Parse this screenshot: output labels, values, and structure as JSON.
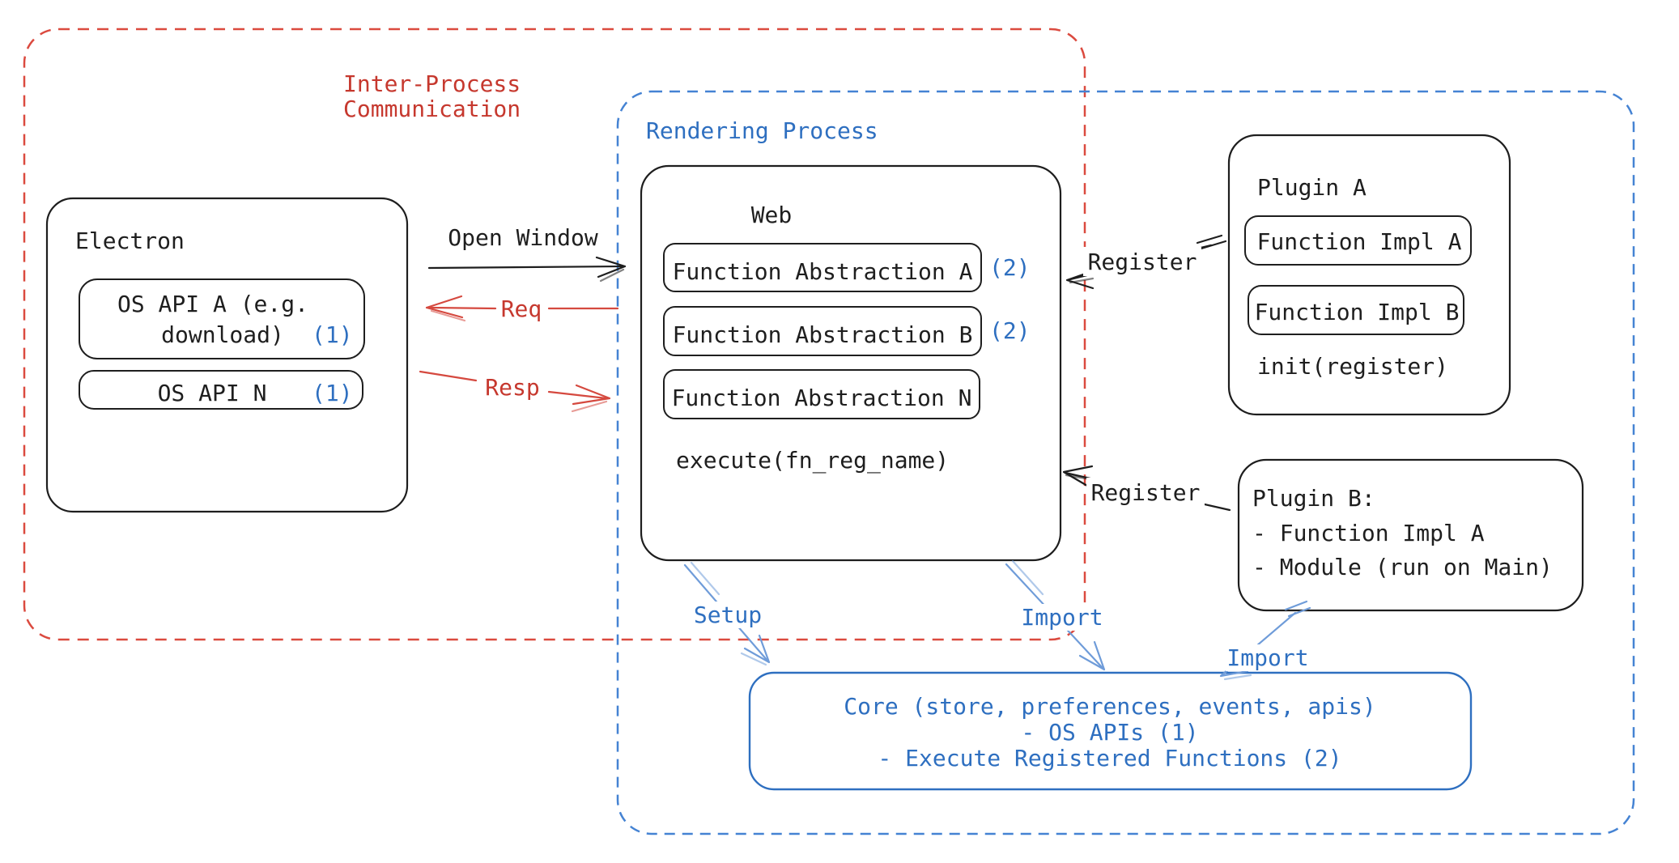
{
  "colors": {
    "red_accent": "#c6382e",
    "red_stroke": "#db4a3f",
    "blue_accent": "#2e6fc0",
    "blue_border": "#4583d3",
    "blue_arrow": "#6f9cd9",
    "ink": "#1e1e1e",
    "background": "#ffffff"
  },
  "ipc_region": {
    "title_line1": "Inter-Process",
    "title_line2": "Communication"
  },
  "rendering_region": {
    "title": "Rendering Process"
  },
  "electron": {
    "title": "Electron",
    "os_api_a_line1": "OS API A (e.g.",
    "os_api_a_line2": "download)",
    "os_api_a_ref": "(1)",
    "os_api_n": "OS API N",
    "os_api_n_ref": "(1)"
  },
  "web": {
    "title": "Web",
    "fa_a": "Function Abstraction A",
    "fa_a_ref": "(2)",
    "fa_b": "Function Abstraction B",
    "fa_b_ref": "(2)",
    "fa_n": "Function Abstraction N",
    "execute": "execute(fn_reg_name)"
  },
  "plugin_a": {
    "title": "Plugin A",
    "impl_a": "Function Impl A",
    "impl_b": "Function Impl B",
    "init": "init(register)"
  },
  "plugin_b": {
    "title": "Plugin B:",
    "item1": "- Function Impl A",
    "item2": "- Module (run on Main)"
  },
  "core": {
    "line1": "Core (store, preferences, events, apis)",
    "line2": "- OS APIs (1)",
    "line3": "- Execute Registered Functions (2)"
  },
  "arrows": {
    "open_window": "Open Window",
    "req": "Req",
    "resp": "Resp",
    "register_a": "Register",
    "register_b": "Register",
    "setup": "Setup",
    "import_web": "Import",
    "import_plugin_b": "Import"
  }
}
